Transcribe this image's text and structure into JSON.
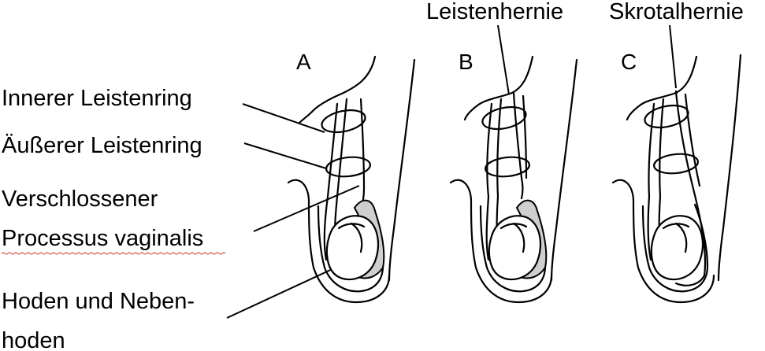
{
  "labels": {
    "inner_ring": "Innerer Leistenring",
    "outer_ring": "Äußerer Leistenring",
    "closed_pv_line1": "Verschlossener",
    "closed_pv_line2": "Processus vaginalis",
    "testis_line1": "Hoden und Neben-",
    "testis_line2": "hoden",
    "inguinal_hernia": "Leistenhernie",
    "scrotal_hernia": "Skrotalhernie"
  },
  "panels": [
    "A",
    "B",
    "C"
  ],
  "colors": {
    "stroke": "#000000",
    "tissue_fill": "#cfcfcf",
    "background": "#ffffff",
    "spellcheck_underline": "#d9534f"
  }
}
